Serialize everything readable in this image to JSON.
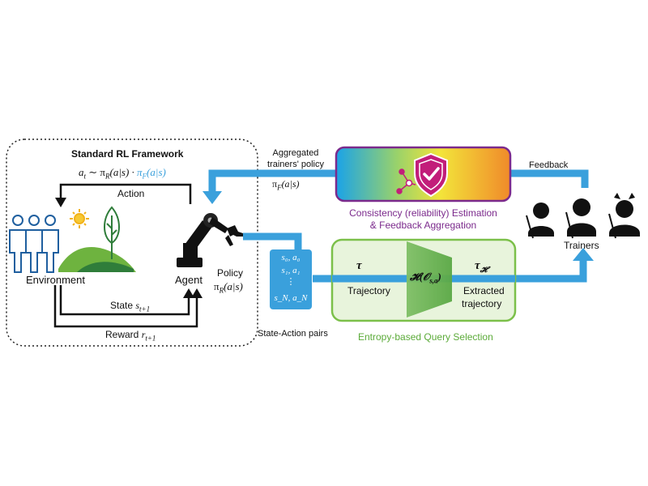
{
  "framework": {
    "title": "Standard RL Framework",
    "action_formula_base": "a",
    "action_formula_sub": "t",
    "action_formula_mid": " ∼ π",
    "action_formula_r_sub": "R",
    "action_formula_r_arg": "(a|s) · ",
    "action_formula_f": "π",
    "action_formula_f_sub": "F",
    "action_formula_f_arg": "(a|s)",
    "action_label": "Action",
    "environment_label": "Environment",
    "agent_label": "Agent",
    "policy_label": "Policy",
    "policy_formula": "π",
    "policy_formula_sub": "R",
    "policy_formula_arg": "(a|s)",
    "state_label": "State ",
    "state_var": "s",
    "state_sub": "t+1",
    "reward_label": "Reward ",
    "reward_var": "r",
    "reward_sub": "t+1"
  },
  "aggregated": {
    "line1": "Aggregated",
    "line2": "trainers' policy",
    "formula": "π",
    "formula_sub": "F",
    "formula_arg": "(a|s)"
  },
  "consistency": {
    "line1": "Consistency (reliability) Estimation",
    "line2": "& Feedback Aggregation",
    "color": "#7b2a8c"
  },
  "feedback_label": "Feedback",
  "trainers_label": "Trainers",
  "state_action": {
    "row1": "s₀, a₀",
    "row2": "s₁, a₁",
    "row3": "⋮",
    "row4": "s_N, a_N",
    "caption": "State-Action pairs"
  },
  "entropy": {
    "tau": "τ",
    "trajectory_label": "Trajectory",
    "h_formula": "𝓗(𝒪",
    "h_sub": "s,a",
    "h_close": ")",
    "tau_h": "τ",
    "tau_h_sub": "𝓗",
    "extracted_line1": "Extracted",
    "extracted_line2": "trajectory",
    "caption": "Entropy-based Query Selection",
    "color": "#5cab3a"
  },
  "colors": {
    "arrow_blue": "#3aa0dc",
    "green_fill": "#e8f4dc",
    "green_border": "#7cc04a",
    "purple_border": "#7b2a8c",
    "state_box": "#3aa0dc"
  }
}
